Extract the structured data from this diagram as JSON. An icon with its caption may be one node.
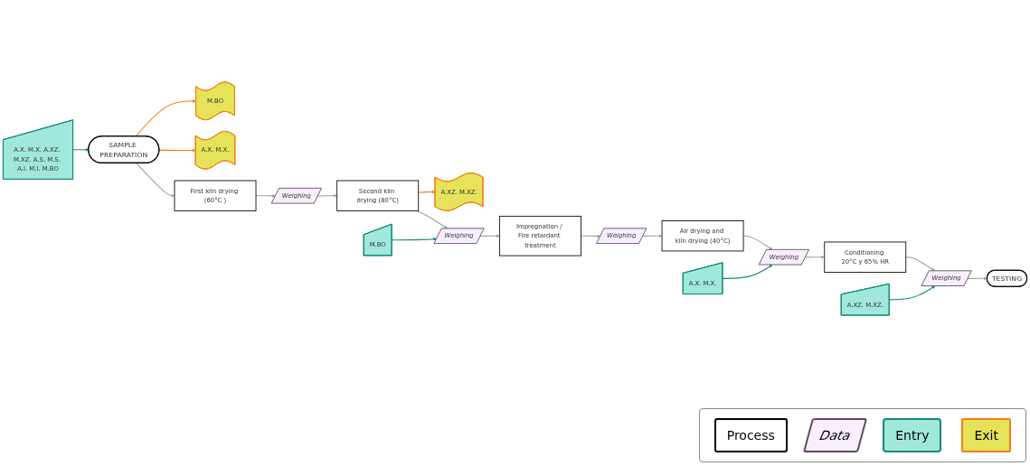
{
  "diagram": {
    "nodes": [
      {
        "text": [
          "SAMPLE PREPARATIÓN"
        ]
      },
      {
        "text": [
          "M.BO"
        ]
      },
      {
        "text": [
          "A.X. M.X."
        ]
      },
      {
        "text": [
          "A.X. M.X. A.XZ. M.XZ. A.S. M.S. A.I. M.I. M.BO"
        ]
      },
      {
        "text": [
          "First kiln drying (60°C )"
        ]
      },
      {
        "text": [
          "Weighing"
        ]
      },
      {
        "text": [
          "Second kiln drying (80°C)"
        ]
      },
      {
        "text": [
          "A.XZ. M.XZ."
        ]
      },
      {
        "text": [
          "Weighing"
        ]
      },
      {
        "text": [
          "M.BO"
        ]
      },
      {
        "text": [
          "Impregnation / Fire retardant treatment"
        ]
      },
      {
        "text": [
          "Weighing"
        ]
      },
      {
        "text": [
          "Air drying and kiln drying (40°C)"
        ]
      },
      {
        "text": [
          "Weighing"
        ]
      },
      {
        "text": [
          "A.X. M.X."
        ]
      },
      {
        "text": [
          "Conditioning 20°C y 65% HR"
        ]
      },
      {
        "text": [
          "Weighing"
        ]
      },
      {
        "text": [
          "A.XZ. M.XZ."
        ]
      },
      {
        "text": [
          "TESTING"
        ]
      }
    ],
    "edges": [
      {
        "from": 0,
        "to": 4,
        "arrow": "to"
      },
      {
        "from": 0,
        "to": 1,
        "arrow": "to",
        "color": "#f07f12"
      },
      {
        "from": 0,
        "to": 2,
        "arrow": "to",
        "color": "#f07f12"
      },
      {
        "from": 3,
        "to": 0,
        "arrow": "to",
        "color": "#138a72"
      },
      {
        "from": 4,
        "to": 5,
        "arrow": "to"
      },
      {
        "from": 5,
        "to": 6,
        "arrow": "to"
      },
      {
        "from": 6,
        "to": 7,
        "arrow": "to",
        "color": "#f07f12"
      },
      {
        "from": 6,
        "to": 8,
        "arrow": "to"
      },
      {
        "from": 9,
        "to": 8,
        "arrow": "to",
        "color": "#138a72"
      },
      {
        "from": 8,
        "to": 10,
        "arrow": "to"
      },
      {
        "from": 10,
        "to": 11,
        "arrow": "to"
      },
      {
        "from": 11,
        "to": 12,
        "arrow": "to"
      },
      {
        "from": 12,
        "to": 13,
        "arrow": "to"
      },
      {
        "from": 14,
        "to": 13,
        "arrow": "to",
        "color": "#138a72"
      },
      {
        "from": 13,
        "to": 15,
        "arrow": "to"
      },
      {
        "from": 15,
        "to": 16,
        "arrow": "to"
      },
      {
        "from": 17,
        "to": 16,
        "arrow": "to",
        "color": "#138a72"
      },
      {
        "from": 16,
        "to": 18,
        "arrow": "to"
      }
    ],
    "legend": [
      {
        "text": "Process",
        "color": "#ffffff"
      },
      {
        "text": "Data",
        "color": "#f8eefc"
      },
      {
        "text": "Entry",
        "color": "#a0e8dc"
      },
      {
        "text": "Exit",
        "color": "#e6e35a"
      }
    ]
  }
}
